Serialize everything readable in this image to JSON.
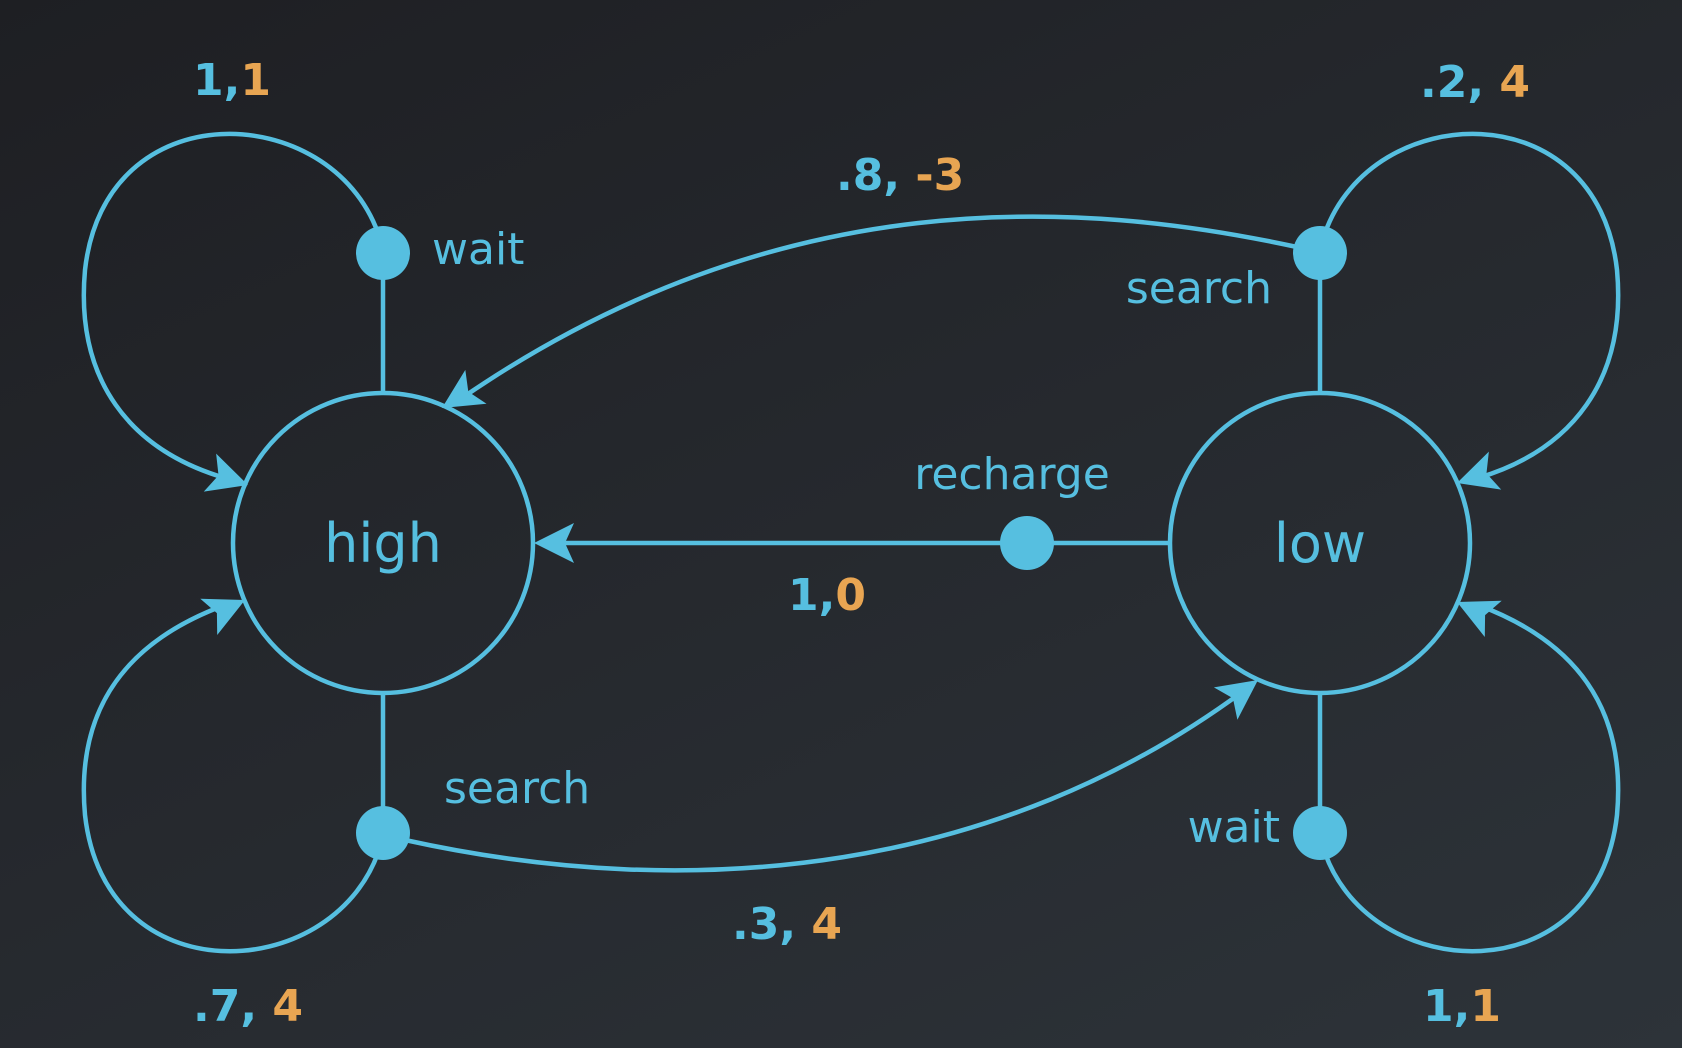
{
  "colors": {
    "primary": "#56bfe0",
    "reward": "#e8a552",
    "background": "#24272c"
  },
  "states": {
    "high": "high",
    "low": "low"
  },
  "actions": {
    "high_wait": "wait",
    "high_search": "search",
    "low_search": "search",
    "low_wait": "wait",
    "low_recharge": "recharge"
  },
  "transitions": {
    "high_wait_self": {
      "prob": "1,",
      "reward": "1"
    },
    "high_search_self": {
      "prob": ".7, ",
      "reward": "4"
    },
    "high_search_low": {
      "prob": ".3, ",
      "reward": "4"
    },
    "low_search_self": {
      "prob": ".2, ",
      "reward": "4"
    },
    "low_search_high": {
      "prob": ".8, ",
      "reward": "-3"
    },
    "low_recharge_high": {
      "prob": "1,",
      "reward": "0"
    },
    "low_wait_self": {
      "prob": "1,",
      "reward": "1"
    }
  }
}
